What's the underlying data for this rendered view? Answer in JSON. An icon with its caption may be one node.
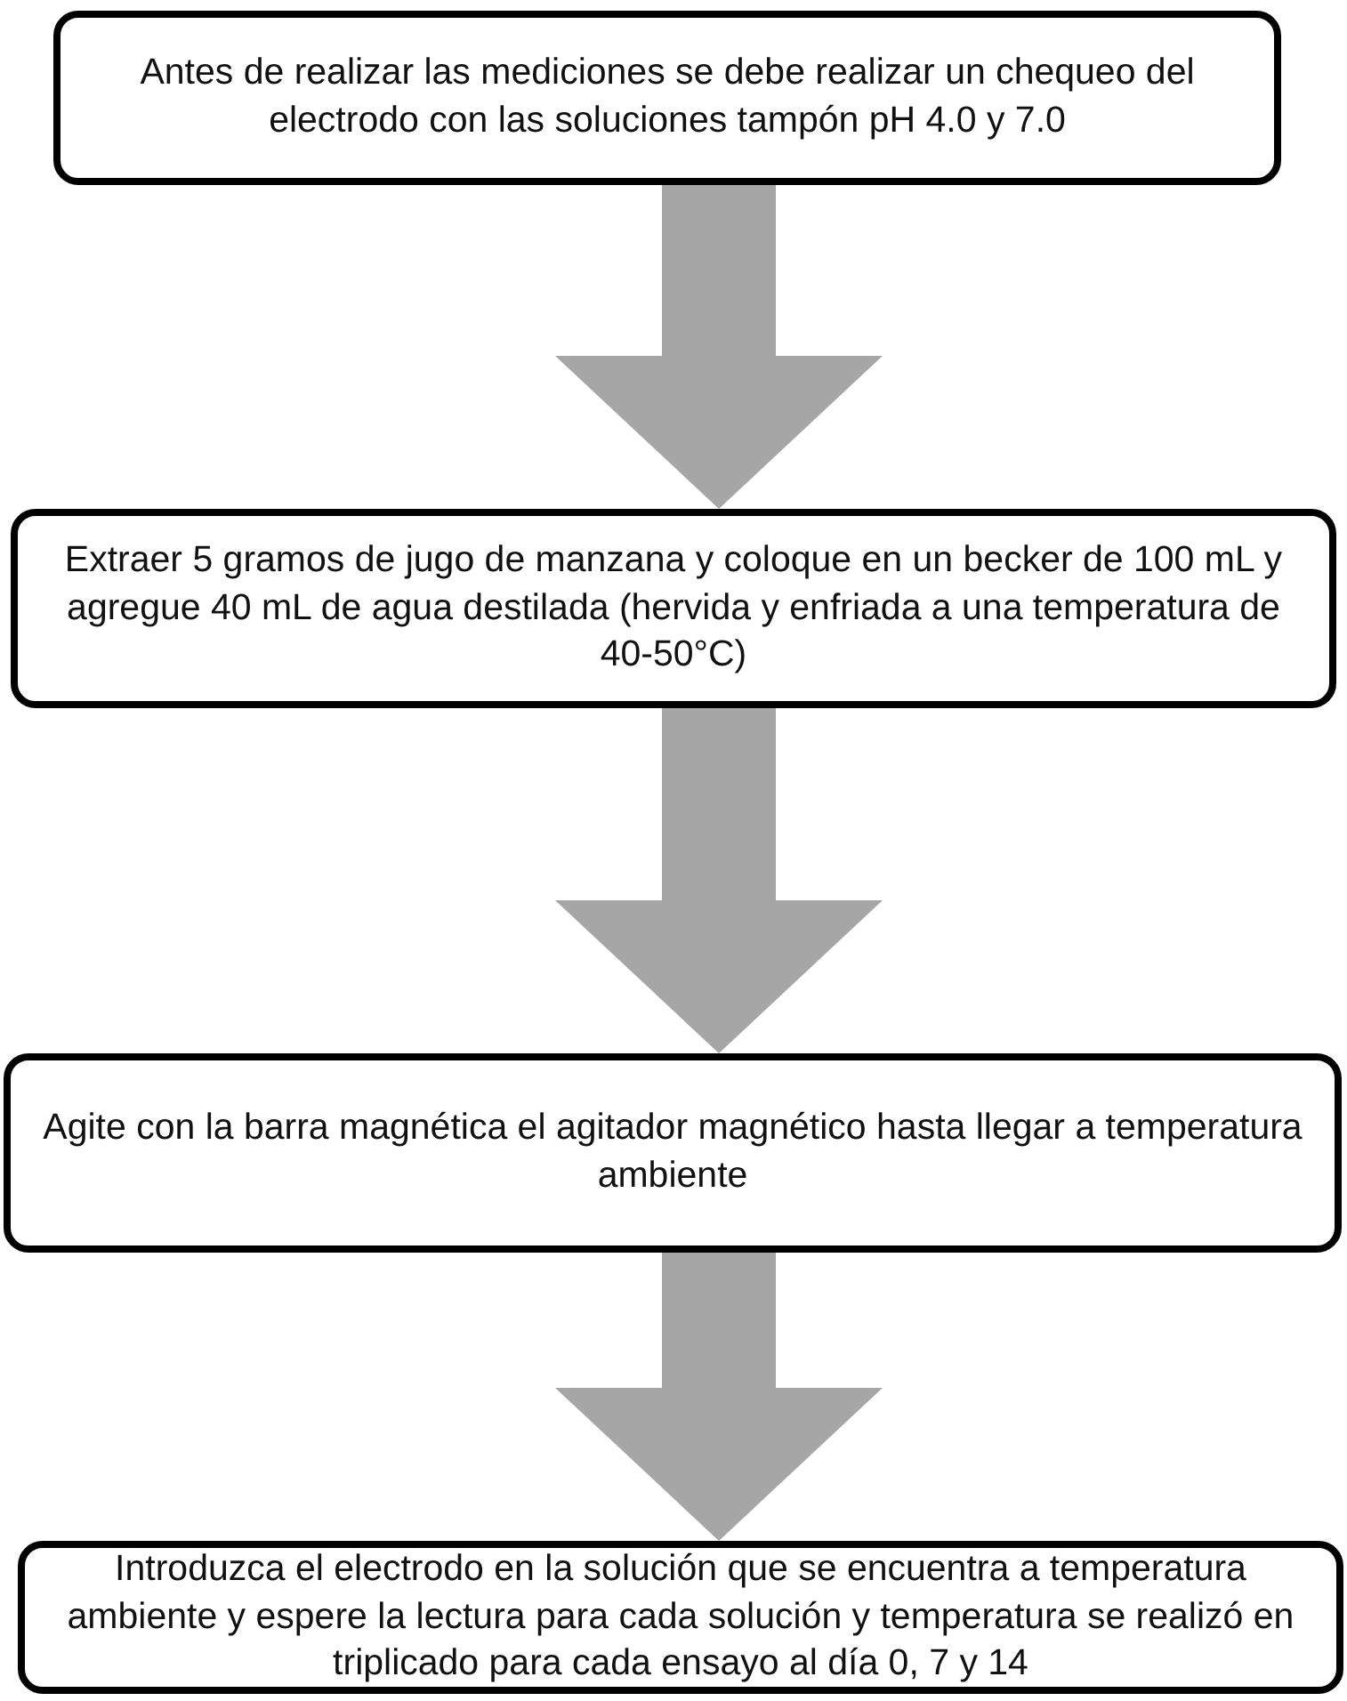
{
  "diagram": {
    "nodes": [
      {
        "text": [
          "Antes de realizar las mediciones se debe realizar un chequeo del electrodo con las soluciones tampón pH 4.0 y 7.0"
        ]
      },
      {
        "text": [
          "Extraer 5 gramos de jugo de manzana y coloque en un becker de 100 mL y agregue 40 mL de agua destilada (hervida y enfriada a una temperatura de 40-50°C)"
        ]
      },
      {
        "text": [
          "Agite con la barra magnética el agitador magnético hasta llegar a temperatura ambiente"
        ]
      },
      {
        "text": [
          "Introduzca el electrodo en la solución que se encuentra a temperatura ambiente y espere la lectura para cada solución y temperatura se realizó en triplicado para cada ensayo al día 0, 7 y 14"
        ]
      }
    ],
    "edges": [
      {
        "from": 0,
        "to": 1,
        "arrow": "to"
      },
      {
        "from": 1,
        "to": 2,
        "arrow": "to"
      },
      {
        "from": 2,
        "to": 3,
        "arrow": "to"
      }
    ]
  }
}
